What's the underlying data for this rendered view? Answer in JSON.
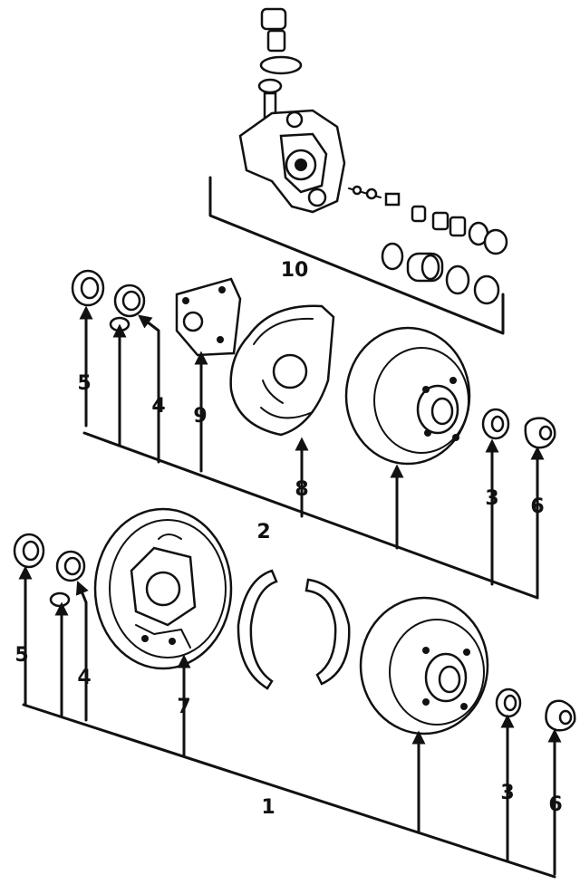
{
  "callouts": {
    "c1": "1",
    "c2": "2",
    "c3_upper": "3",
    "c3_lower": "3",
    "c4_upper": "4",
    "c4_lower": "4",
    "c5_upper": "5",
    "c5_lower": "5",
    "c6_upper": "6",
    "c6_lower": "6",
    "c7": "7",
    "c8": "8",
    "c9": "9",
    "c10": "10"
  }
}
